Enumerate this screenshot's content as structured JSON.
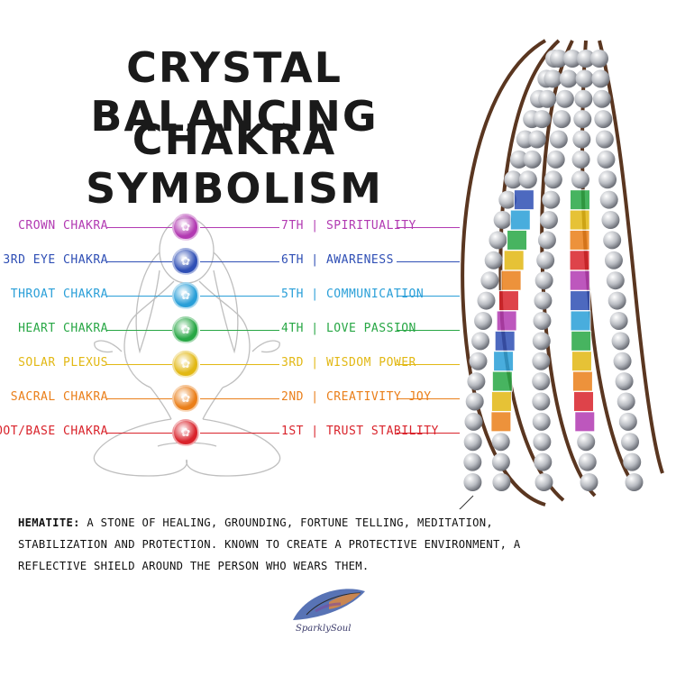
{
  "header": {
    "title_line1": "CRYSTAL BALANCING",
    "title_line2": "CHAKRA SYMBOLISM"
  },
  "chakras": [
    {
      "name": "CROWN CHAKRA",
      "meaning": "7TH | SPIRITUALITY",
      "color": "#b23ab2"
    },
    {
      "name": "3RD EYE CHAKRA",
      "meaning": "6TH | AWARENESS",
      "color": "#2f4fb5"
    },
    {
      "name": "THROAT CHAKRA",
      "meaning": "5TH | COMMUNICATION",
      "color": "#2a9fd8"
    },
    {
      "name": "HEART CHAKRA",
      "meaning": "4TH | LOVE PASSION",
      "color": "#28a745"
    },
    {
      "name": "SOLAR PLEXUS",
      "meaning": "3RD | WISDOM POWER",
      "color": "#e2b814"
    },
    {
      "name": "SACRAL CHAKRA",
      "meaning": "2ND | CREATIVITY JOY",
      "color": "#ea7f1a"
    },
    {
      "name": "ROOT/BASE CHAKRA",
      "meaning": "1ST | TRUST STABILITY",
      "color": "#d9232b"
    }
  ],
  "description": {
    "label": "HEMATITE:",
    "text": " A STONE OF HEALING, GROUNDING, FORTUNE TELLING, MEDITATION, STABILIZATION AND PROTECTION. KNOWN TO CREATE A PROTECTIVE ENVIRONMENT, A REFLECTIVE SHIELD AROUND THE PERSON WHO WEARS THEM."
  },
  "brand": {
    "logo_text": "SparklySoul"
  }
}
